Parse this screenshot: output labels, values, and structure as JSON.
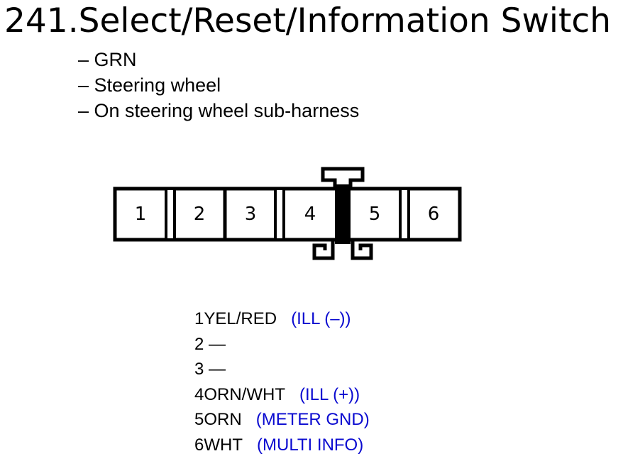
{
  "title": "241.Select/Reset/Information Switch",
  "bullets": [
    "– GRN",
    "– Steering wheel",
    "– On steering wheel sub-harness"
  ],
  "connector": {
    "cavities": [
      "1",
      "2",
      "3",
      "4",
      "5",
      "6"
    ]
  },
  "pins": [
    {
      "wire": "1YEL/RED",
      "function": "(ILL (–))"
    },
    {
      "wire": "2 —",
      "function": ""
    },
    {
      "wire": "3 —",
      "function": ""
    },
    {
      "wire": "4ORN/WHT",
      "function": "(ILL (+))"
    },
    {
      "wire": "5ORN",
      "function": "(METER GND)"
    },
    {
      "wire": "6WHT",
      "function": "(MULTI INFO)"
    }
  ]
}
